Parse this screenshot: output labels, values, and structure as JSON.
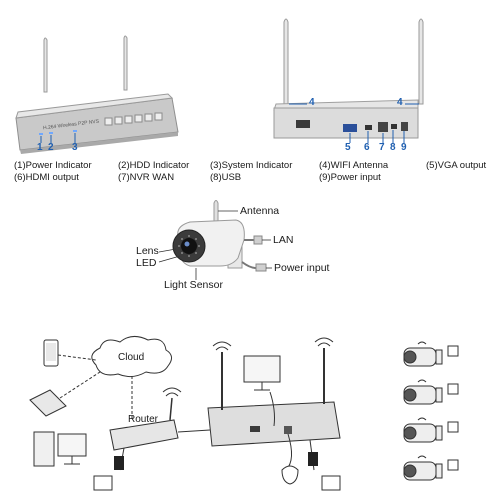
{
  "front_nvr": {
    "model_text": "H.264 Wireless P2P NVS",
    "callouts": [
      "1",
      "2",
      "3"
    ]
  },
  "back_nvr": {
    "callouts": [
      "4",
      "4",
      "5",
      "6",
      "7",
      "8",
      "9"
    ]
  },
  "legend": {
    "col1": [
      "(1)Power Indicator",
      "(6)HDMI output"
    ],
    "col2": [
      "(2)HDD Indicator",
      "(7)NVR WAN"
    ],
    "col3": [
      "(3)System Indicator",
      "(8)USB"
    ],
    "col4": [
      "(4)WIFI Antenna",
      "(9)Power input"
    ],
    "col5": [
      "(5)VGA output"
    ]
  },
  "camera": {
    "antenna": "Antenna",
    "lan": "LAN",
    "power_input": "Power input",
    "lens": "Lens",
    "led": "LED",
    "light_sensor": "Light Sensor"
  },
  "diagram": {
    "cloud": "Cloud",
    "router": "Router"
  },
  "colors": {
    "callout_blue": "#1f5fb0",
    "device_gray": "#d9d9d9",
    "line": "#333333"
  }
}
